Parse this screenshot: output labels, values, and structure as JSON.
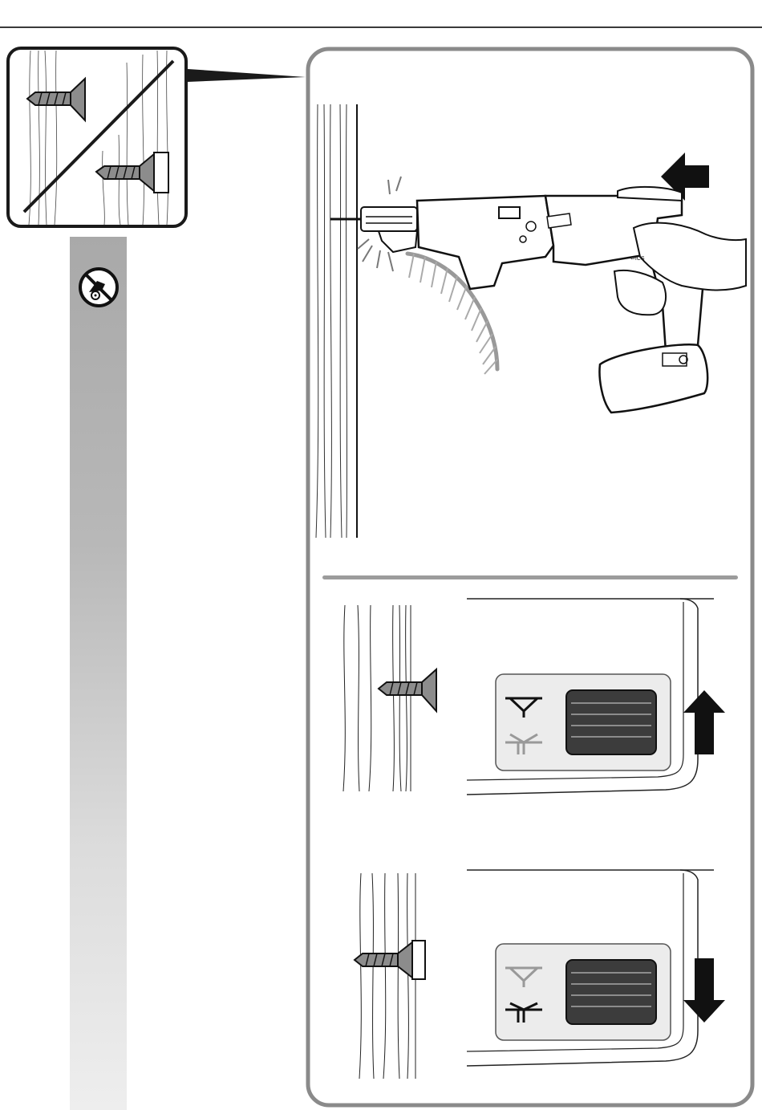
{
  "page": {
    "inset": {
      "icon": "wood-screw-depth-icon",
      "description_visible": false
    },
    "warning": {
      "icon": "no-grinding-prohibition-icon"
    },
    "steps": [
      {
        "icon": "drill-push-left-arrow-icon"
      },
      {
        "icon": "depth-adjust-up-arrow-icon",
        "state": "flush"
      },
      {
        "icon": "depth-adjust-down-arrow-icon",
        "state": "countersunk"
      }
    ]
  },
  "colors": {
    "outline": "#3a3a3a",
    "panel_border": "#8a8a8a",
    "strip_top": "#a9a9a9",
    "strip_bottom": "#eeeeee",
    "screw_gray": "#8c8c8c",
    "knob_dark": "#3c3c3c",
    "arrow_black": "#111111"
  },
  "drill_label": "⇐ICS"
}
